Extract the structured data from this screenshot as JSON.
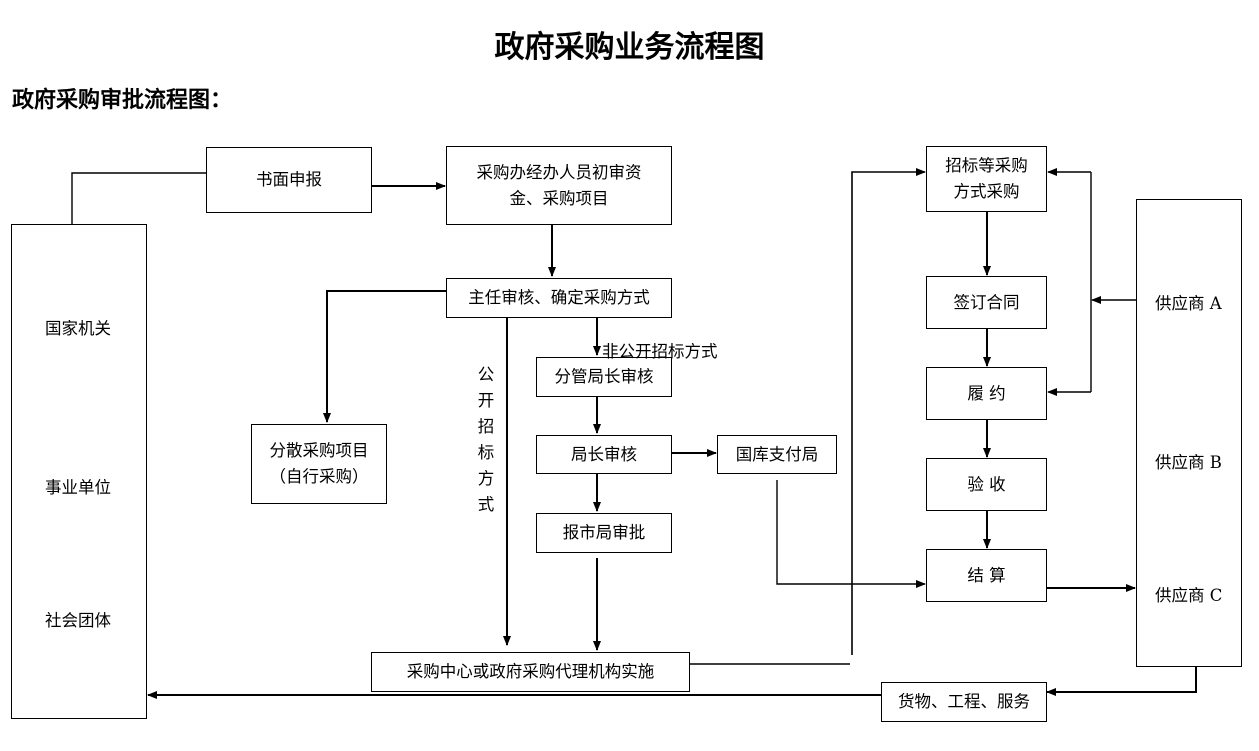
{
  "title": "政府采购业务流程图",
  "subtitle": "政府采购审批流程图：",
  "nodes": {
    "written_report": "书面申报",
    "initial_review": "采购办经办人员初审资\n金、采购项目",
    "director_review": "主任审核、确定采购方式",
    "decentralized": "分散采购项目\n（自行采购）",
    "deputy_review": "分管局长审核",
    "bureau_chief_review": "局长审核",
    "treasury": "国库支付局",
    "city_approval": "报市局审批",
    "implementation": "采购中心或政府采购代理机构实施",
    "bidding": "招标等采购\n方式采购",
    "contract": "签订合同",
    "perform": "履    约",
    "acceptance": "验    收",
    "settlement": "结    算",
    "goods": "货物、工程、服务"
  },
  "left_column": [
    "国家机关",
    "事业单位",
    "社会团体"
  ],
  "right_column": [
    "供应商 A",
    "供应商 B",
    "供应商 C"
  ],
  "labels": {
    "non_public": "非公开招标方式",
    "public_chars": [
      "公",
      "开",
      "招",
      "标",
      "方",
      "式"
    ]
  }
}
